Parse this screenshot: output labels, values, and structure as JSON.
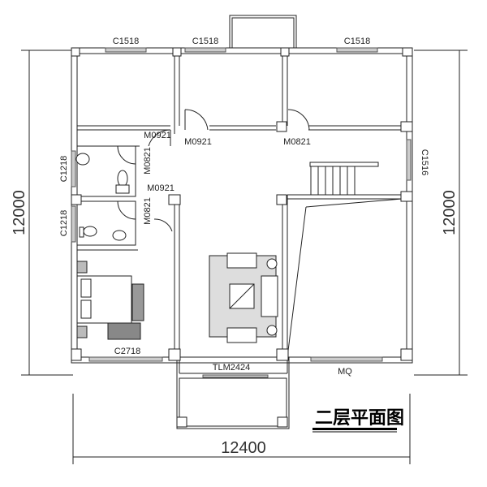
{
  "drawing": {
    "title": "二层平面图",
    "dimensions": {
      "width": "12400",
      "height_left": "12000",
      "height_right": "12000"
    }
  },
  "windows": {
    "top_left": "C1518",
    "top_middle": "C1518",
    "top_right": "C1518",
    "right_stair": "C1516",
    "bath_upper": "C1218",
    "bath_lower": "C1218",
    "bedroom_bottom": "C2718",
    "living_bottom": "TLM2424",
    "right_bottom": "MQ"
  },
  "doors": {
    "left_bedroom": "M0921",
    "middle_bedroom": "M0921",
    "right_bedroom": "M0821",
    "bath_upper": "M0821",
    "bath_lower": "M0821",
    "bedroom_lower": "M0921"
  }
}
